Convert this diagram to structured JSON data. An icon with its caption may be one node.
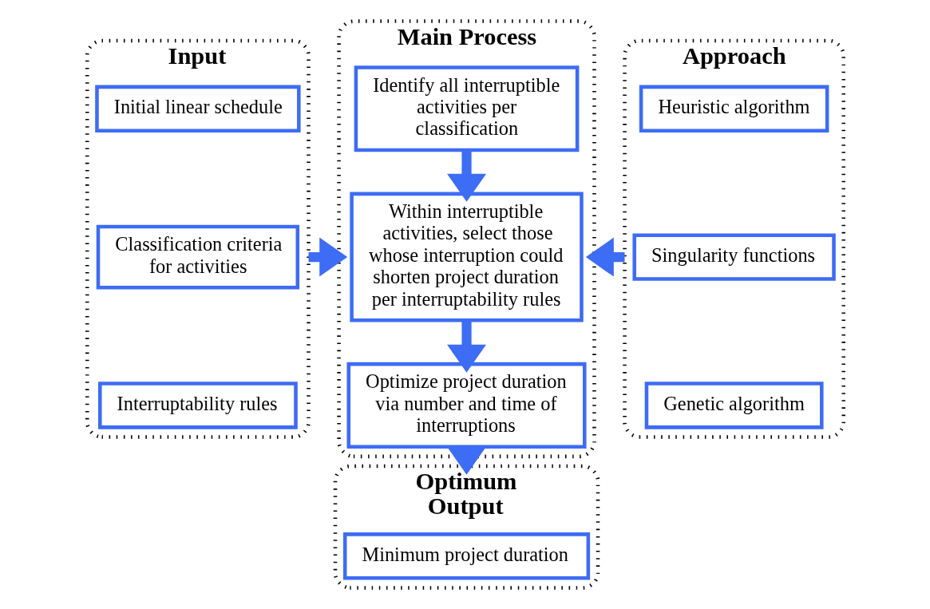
{
  "diagram": {
    "nodes": [
      {
        "text": [
          "Input"
        ]
      },
      {
        "text": [
          "Initial linear schedule"
        ],
        "in": 0
      },
      {
        "text": [
          "Classification criteria for activities"
        ],
        "in": 0
      },
      {
        "text": [
          "Interruptability rules"
        ],
        "in": 0
      },
      {
        "text": [
          "Main Process"
        ]
      },
      {
        "text": [
          "Identify all interruptible activities per classification"
        ],
        "in": 4
      },
      {
        "text": [
          "Within interruptible activities, select those whose interruption could shorten project duration per interruptability rules"
        ],
        "in": 4
      },
      {
        "text": [
          "Optimize project duration via number and time of interruptions"
        ],
        "in": 4
      },
      {
        "text": [
          "Approach"
        ]
      },
      {
        "text": [
          "Heuristic algorithm"
        ],
        "in": 8
      },
      {
        "text": [
          "Singularity functions"
        ],
        "in": 8
      },
      {
        "text": [
          "Genetic algorithm"
        ],
        "in": 8
      },
      {
        "text": [
          "Optimum",
          "Output"
        ]
      },
      {
        "text": [
          "Minimum project duration"
        ],
        "in": 12
      }
    ],
    "edges": [
      {
        "from": 0,
        "to": 4,
        "arrow": "to"
      },
      {
        "from": 8,
        "to": 4,
        "arrow": "to"
      },
      {
        "from": 5,
        "to": 6,
        "arrow": "to"
      },
      {
        "from": 6,
        "to": 7,
        "arrow": "to"
      },
      {
        "from": 4,
        "to": 12,
        "arrow": "to"
      }
    ]
  }
}
